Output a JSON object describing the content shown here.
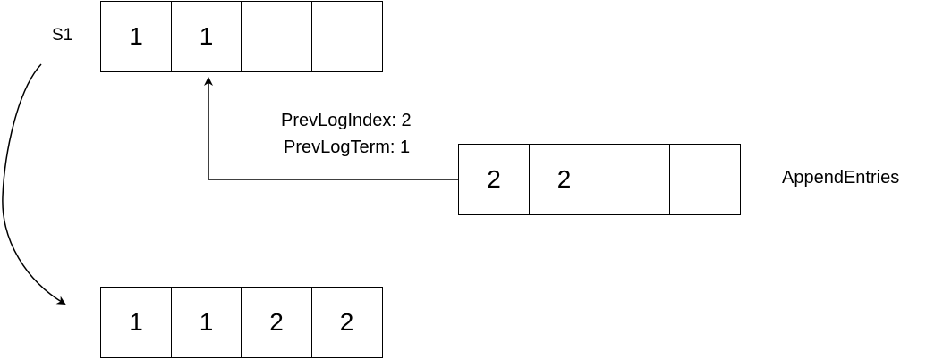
{
  "server_label": "S1",
  "log_s1": {
    "entries": [
      "1",
      "1",
      "",
      ""
    ]
  },
  "append_entries": {
    "label": "AppendEntries",
    "entries": [
      "2",
      "2",
      "",
      ""
    ],
    "prev_log_index": "PrevLogIndex: 2",
    "prev_log_term": "PrevLogTerm: 1"
  },
  "log_result": {
    "entries": [
      "1",
      "1",
      "2",
      "2"
    ]
  }
}
